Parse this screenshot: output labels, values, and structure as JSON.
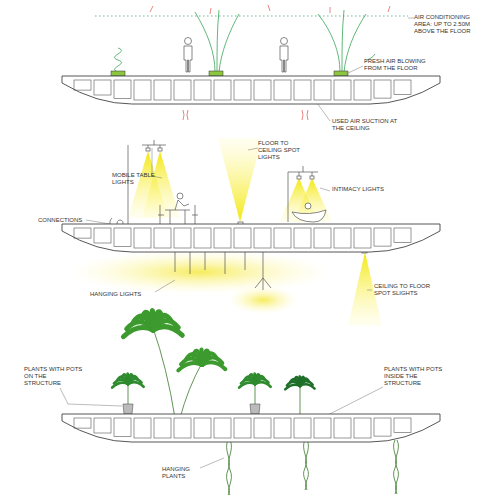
{
  "diagram": {
    "labels": [
      "AIR CONDITIONING AREA: UP TO 2.50M ABOVE THE FLOOR",
      "FRESH AIR BLOWING FROM THE FLOOR",
      "USED AIR SUCTION AT THE CEILING",
      "MOBILE TABLE LIGHTS",
      "FLOOR TO CEILING SPOT LIGHTS",
      "CONNECTIONS",
      "INTIMACY LIGHTS",
      "HANGING LIGHTS",
      "CEILING TO FLOOR SPOT SLIGHTS",
      "PLANTS WITH POTS ON THE STRUCTURE",
      "PLANTS WITH POTS INSIDE THE STRUCTURE",
      "HANGING PLANTS"
    ]
  }
}
